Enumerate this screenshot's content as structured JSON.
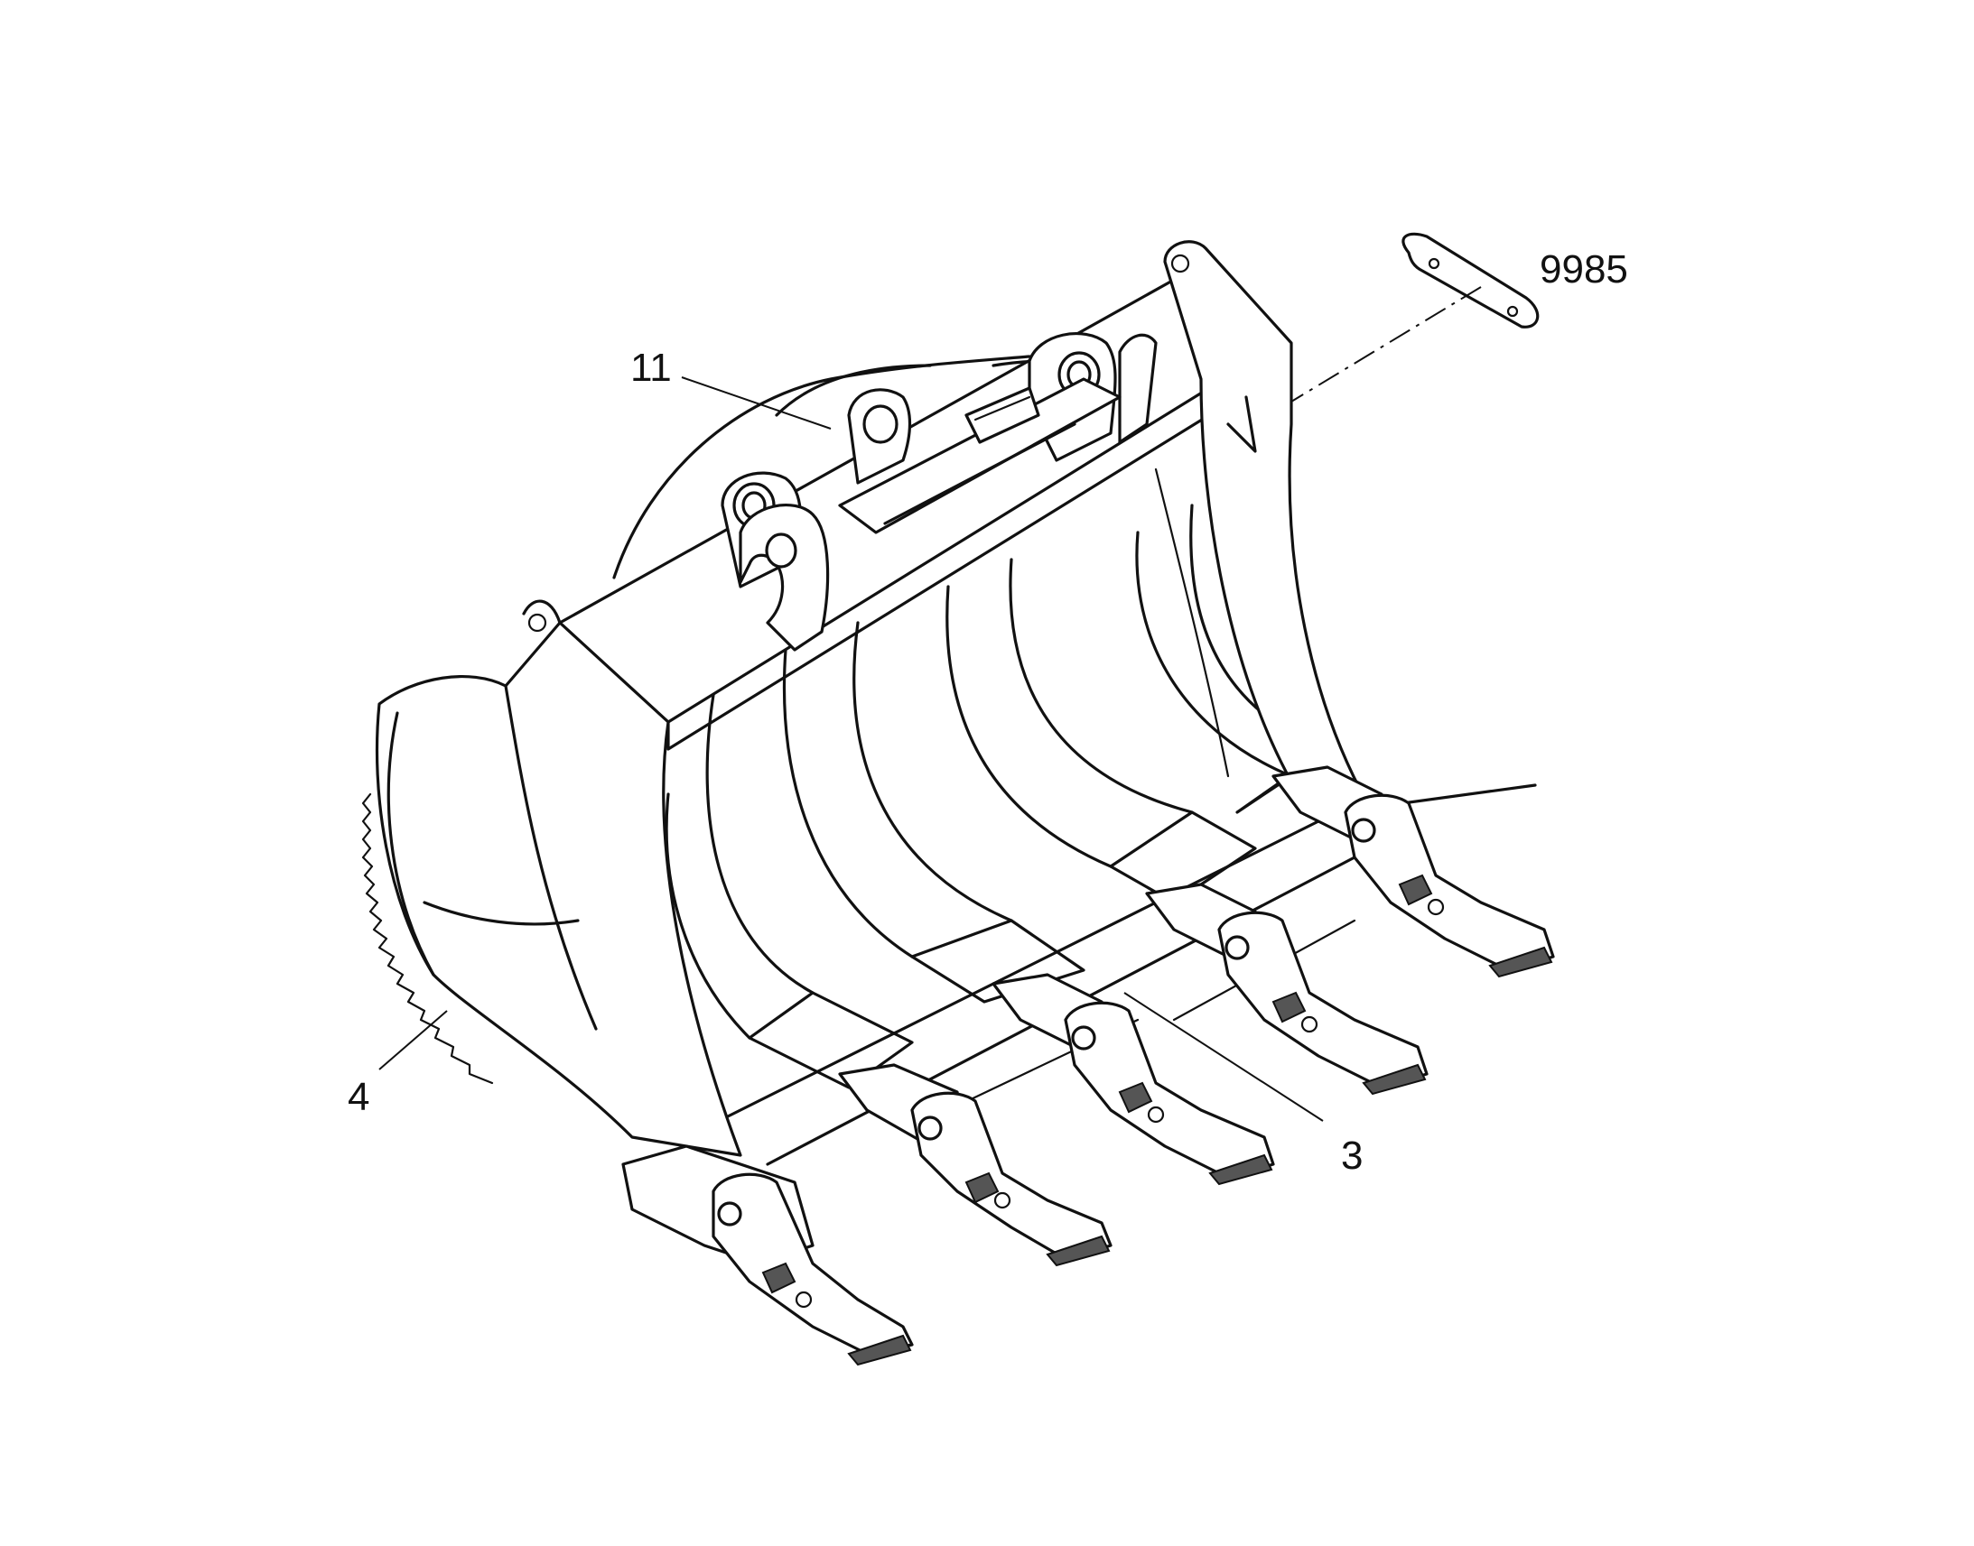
{
  "callouts": {
    "part_9985": "9985",
    "part_11": "11",
    "part_4": "4",
    "part_3": "3"
  }
}
